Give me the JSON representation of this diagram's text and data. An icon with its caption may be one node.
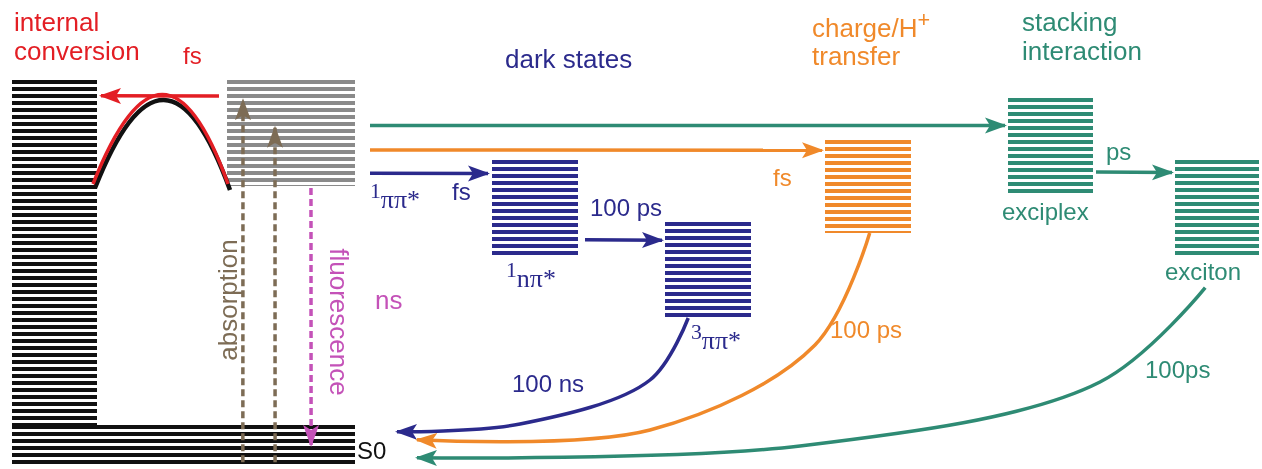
{
  "diagram": {
    "nodes": [
      {
        "text": [],
        "shape": "box"
      },
      {
        "text": [
          "$^{1}$ππ*"
        ]
      },
      {
        "text": [
          "S0"
        ]
      },
      {
        "text": [
          "$^{1}$nπ*"
        ]
      },
      {
        "text": [
          "$^{3}$ππ*"
        ]
      },
      {
        "text": [],
        "shape": "box"
      },
      {
        "text": [
          "exciplex"
        ]
      },
      {
        "text": [
          "exciton"
        ]
      }
    ],
    "edges": [
      {
        "from": 1,
        "to": 0,
        "arrow": "to",
        "label": "fs",
        "color": "#e31e24"
      },
      {
        "from": 2,
        "to": 1,
        "arrow": "to",
        "label": "absorption",
        "style": "dashed",
        "color": "#7d6c55"
      },
      {
        "from": 2,
        "to": 1,
        "arrow": "to",
        "style": "dashed",
        "color": "#7d6c55"
      },
      {
        "from": 1,
        "to": 2,
        "arrow": "to",
        "label": "fluorescence",
        "style": "dashed",
        "color": "#c452b8"
      },
      {
        "from": 1,
        "to": 6,
        "arrow": "to",
        "color": "#2e8b74"
      },
      {
        "from": 1,
        "to": 5,
        "arrow": "to",
        "label": "fs",
        "color": "#f0892a"
      },
      {
        "from": 1,
        "to": 3,
        "arrow": "to",
        "label": "fs",
        "color": "#2b2a8c"
      },
      {
        "from": 3,
        "to": 4,
        "arrow": "to",
        "label": "100 ps",
        "color": "#2b2a8c"
      },
      {
        "from": 4,
        "to": 2,
        "arrow": "to",
        "label": "100 ns",
        "color": "#2b2a8c"
      },
      {
        "from": 5,
        "to": 2,
        "arrow": "to",
        "label": "100 ps",
        "color": "#f0892a"
      },
      {
        "from": 6,
        "to": 7,
        "arrow": "to",
        "label": "ps",
        "color": "#2e8b74"
      },
      {
        "from": 7,
        "to": 2,
        "arrow": "to",
        "label": "100ps",
        "color": "#2e8b74"
      }
    ],
    "labels": [
      "internal conversion",
      "dark states",
      "charge/H$^{+}$ transfer",
      "stacking interaction",
      "ns"
    ]
  }
}
